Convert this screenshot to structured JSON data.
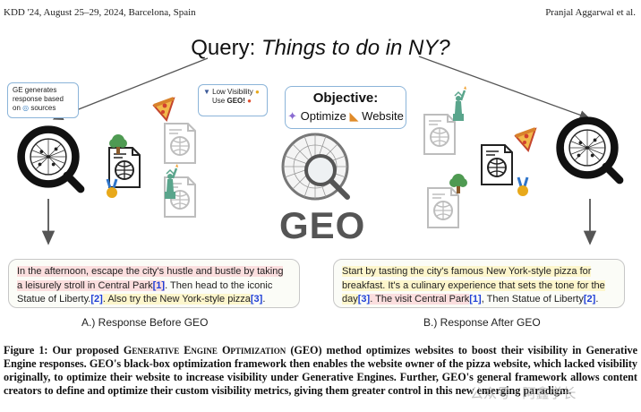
{
  "header": {
    "left": "KDD '24, August 25–29, 2024, Barcelona, Spain",
    "right": "Pranjal Aggarwal et al."
  },
  "query": {
    "prefix": "Query:",
    "text": "Things to do in NY?"
  },
  "ge_bubble": {
    "line1": "GE generates",
    "line2": "response based",
    "line3": "on",
    "line3_suffix": "sources"
  },
  "visibility_bubble": {
    "line1": "Low Visibility",
    "line2_prefix": "Use",
    "line2_bold": "GEO!"
  },
  "objective": {
    "title": "Objective:",
    "prefix": "Optimize",
    "suffix": "Website"
  },
  "geo_label": "GEO",
  "response_before": {
    "part1": "In the afternoon, escape the city's hustle and bustle by taking a leisurely stroll in Central Park",
    "cite1": "[1]",
    "part2": ". Then head to the iconic Statue of Liberty.",
    "cite2": "[2]",
    "part3": ". Also try the New York-style pizza",
    "cite3": "[3]",
    "end": ".",
    "caption": "A.) Response Before GEO"
  },
  "response_after": {
    "part1": "Start by tasting the city's famous New York-style pizza for breakfast. It's a culinary experience that sets the tone for the day",
    "cite1": "[3]",
    "part2": ". The visit Central Park",
    "cite2": "[1]",
    "part3": ", Then Statue of Liberty",
    "cite3": "[2]",
    "end": ".",
    "caption": "B.) Response After GEO"
  },
  "figure_caption": {
    "label": "Figure 1: Our proposed",
    "method": "Generative Engine Optimization",
    "text": " (GEO) method optimizes websites to boost their visibility in Generative Engine responses. GEO's black-box optimization framework then enables the website owner of the pizza website, which lacked visibility originally, to optimize their website to increase visibility under Generative Engines. Further, GEO's general framework allows content creators to define and optimize their custom visibility metrics, giving them greater control in this new emerging paradigm."
  },
  "watermark": "公众号 · 阿鑫学长",
  "colors": {
    "bubble_border": "#8bb4d9",
    "citation": "#1f3fd6",
    "highlight_red": "#fbdede",
    "highlight_yellow": "#fdf6cc",
    "pizza": "#f2b84b",
    "statue": "#5aa58c",
    "tree": "#4f9a52",
    "medal": "#e8a91b"
  },
  "icons": [
    "magnifier-globe-icon",
    "pizza-icon",
    "statue-of-liberty-icon",
    "tree-icon",
    "document-globe-icon",
    "medal-icon",
    "sparkle-wand-icon",
    "search-icon"
  ]
}
